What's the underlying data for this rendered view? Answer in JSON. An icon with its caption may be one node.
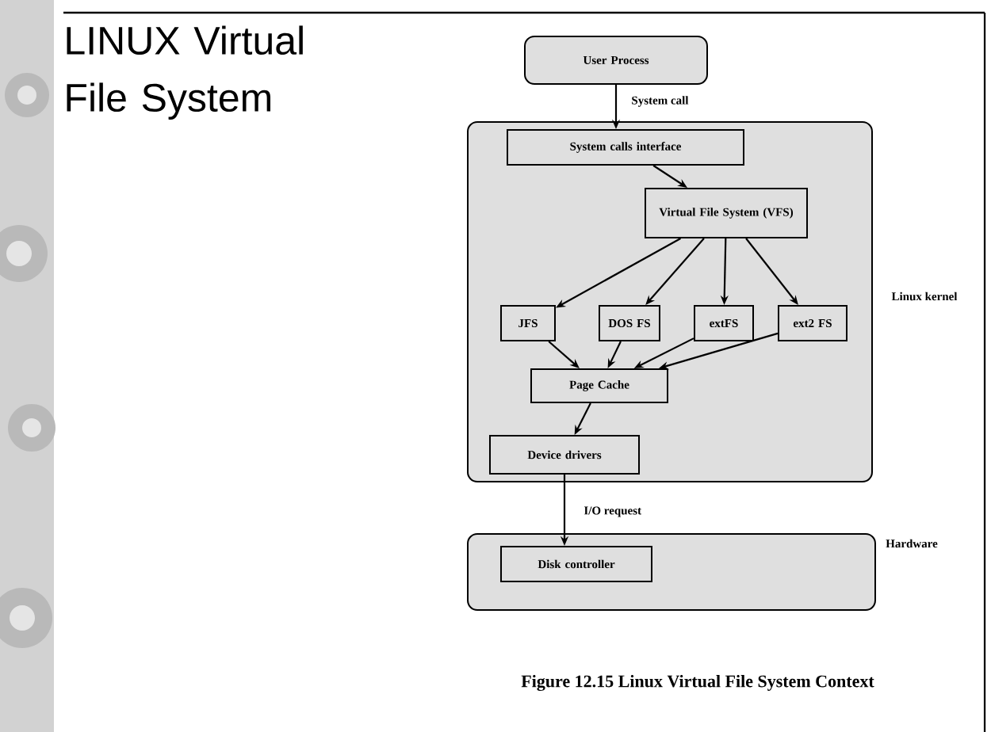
{
  "diagram": {
    "title": "LINUX Virtual File System",
    "caption": "Figure 12.15 Linux Virtual File System Context",
    "nodes": [
      {
        "text": [],
        "shape": "box",
        "beside": [
          "Linux kernel"
        ]
      },
      {
        "text": [
          "User Process"
        ]
      },
      {
        "text": [
          "System calls interface"
        ],
        "in": 0
      },
      {
        "text": [
          "Virtual File System (VFS)"
        ],
        "in": 0
      },
      {
        "text": [
          "JFS"
        ],
        "in": 0
      },
      {
        "text": [
          "DOS FS"
        ],
        "in": 0
      },
      {
        "text": [
          "extFS"
        ],
        "in": 0
      },
      {
        "text": [
          "ext2 FS"
        ],
        "in": 0
      },
      {
        "text": [
          "Page Cache"
        ],
        "in": 0
      },
      {
        "text": [
          "Device drivers"
        ],
        "in": 0
      },
      {
        "text": [],
        "shape": "box",
        "beside": [
          "Hardware"
        ]
      },
      {
        "text": [
          "Disk controller"
        ],
        "in": 10
      }
    ],
    "edges": [
      {
        "from": 1,
        "to": 2,
        "arrow": "to",
        "label": "System call"
      },
      {
        "from": 2,
        "to": 3,
        "arrow": "to"
      },
      {
        "from": 3,
        "to": 4,
        "arrow": "to"
      },
      {
        "from": 3,
        "to": 5,
        "arrow": "to"
      },
      {
        "from": 3,
        "to": 6,
        "arrow": "to"
      },
      {
        "from": 3,
        "to": 7,
        "arrow": "to"
      },
      {
        "from": 4,
        "to": 8,
        "arrow": "to"
      },
      {
        "from": 5,
        "to": 8,
        "arrow": "to"
      },
      {
        "from": 6,
        "to": 8,
        "arrow": "to"
      },
      {
        "from": 7,
        "to": 8,
        "arrow": "to"
      },
      {
        "from": 8,
        "to": 9,
        "arrow": "to"
      },
      {
        "from": 9,
        "to": 11,
        "arrow": "to",
        "label": "I/O request"
      }
    ]
  }
}
